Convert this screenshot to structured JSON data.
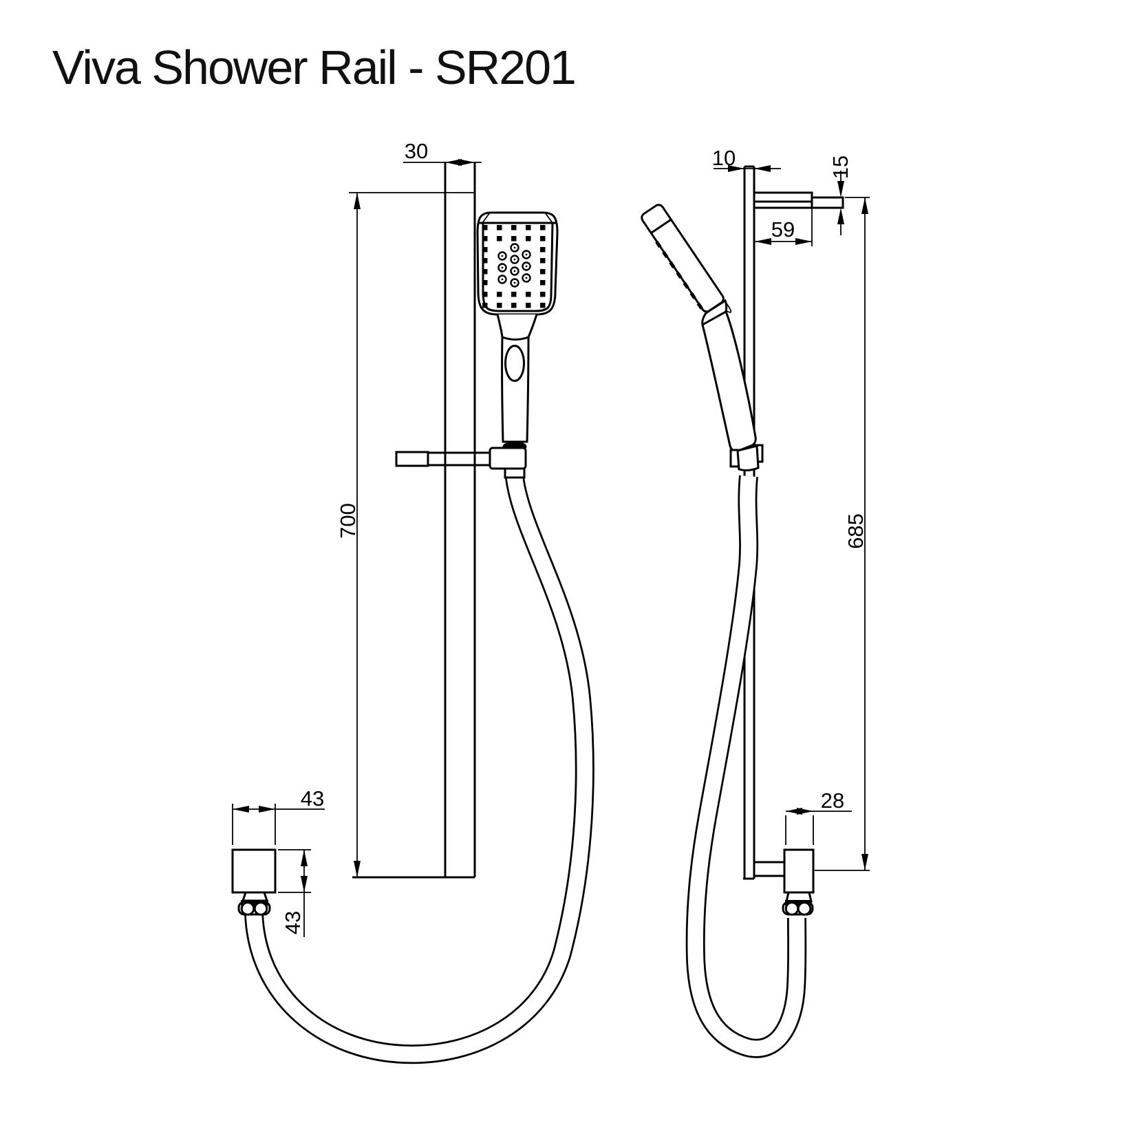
{
  "title": "Viva Shower Rail - SR201",
  "dimensions": {
    "front": {
      "rail_width": "30",
      "rail_height": "700",
      "outlet_width": "43",
      "outlet_height": "43"
    },
    "side": {
      "rail_depth": "10",
      "bracket_thickness": "15",
      "bracket_length": "59",
      "rail_length": "685",
      "outlet_depth": "28"
    }
  },
  "colors": {
    "line": "#000000",
    "background": "#ffffff",
    "title_text": "#111111"
  }
}
